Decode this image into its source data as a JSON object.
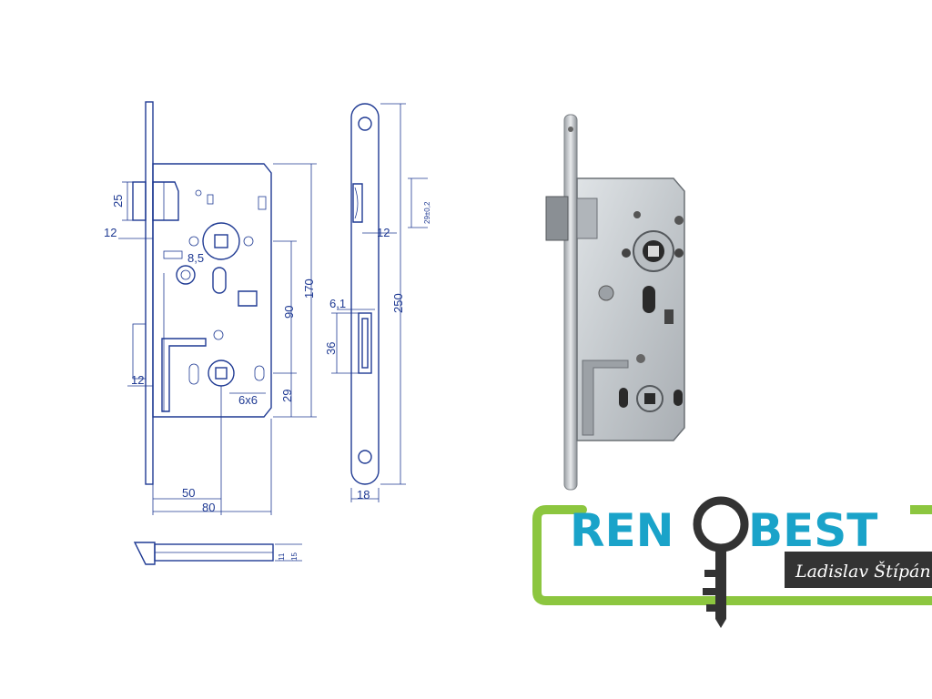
{
  "dimensions": {
    "d25": "25",
    "d12_top": "12",
    "d8_5": "8,5",
    "d90": "90",
    "d170": "170",
    "d12_side": "12",
    "d29": "29",
    "d6x6": "6x6",
    "d50": "50",
    "d80": "80",
    "d11": "11",
    "d15": "15",
    "d6_1": "6,1",
    "d36": "36",
    "d12_face": "12",
    "d250": "250",
    "d18": "18",
    "d29_tol": "29±0,2"
  },
  "logo": {
    "brand_left": "REN",
    "brand_right": "BEST",
    "tagline": "Ladislav Štípán"
  },
  "colors": {
    "drawing_blue": "#1f3a93",
    "brand_cyan": "#1aa3c9",
    "brand_green": "#8cc63f",
    "key_dark": "#333333"
  }
}
